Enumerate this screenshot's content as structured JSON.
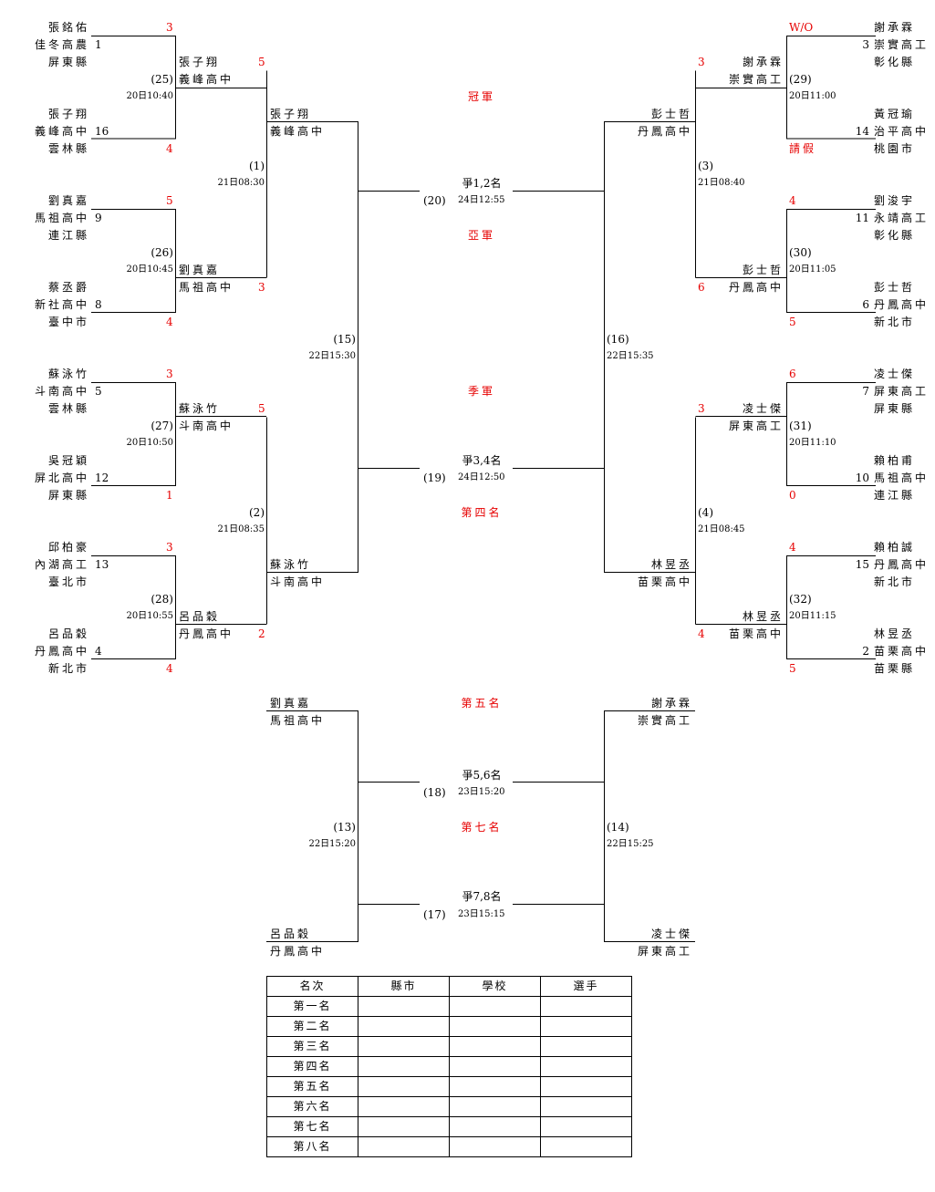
{
  "left_r1": [
    {
      "name": "張銘佑",
      "school": "佳冬高農",
      "county": "屏東縣",
      "seed": "1",
      "score": "3"
    },
    {
      "name": "張子翔",
      "school": "義峰高中",
      "county": "雲林縣",
      "seed": "16",
      "score": "4"
    },
    {
      "name": "劉真嘉",
      "school": "馬祖高中",
      "county": "連江縣",
      "seed": "9",
      "score": "5"
    },
    {
      "name": "蔡丞爵",
      "school": "新社高中",
      "county": "臺中市",
      "seed": "8",
      "score": "4"
    },
    {
      "name": "蘇泳竹",
      "school": "斗南高中",
      "county": "雲林縣",
      "seed": "5",
      "score": "3"
    },
    {
      "name": "吳冠穎",
      "school": "屏北高中",
      "county": "屏東縣",
      "seed": "12",
      "score": "1"
    },
    {
      "name": "邱柏豪",
      "school": "內湖高工",
      "county": "臺北市",
      "seed": "13",
      "score": "3"
    },
    {
      "name": "呂品穀",
      "school": "丹鳳高中",
      "county": "新北市",
      "seed": "4",
      "score": "4"
    }
  ],
  "right_r1": [
    {
      "name": "謝承霖",
      "school": "崇實高工",
      "county": "彰化縣",
      "seed": "3",
      "score": "W/O"
    },
    {
      "name": "黃冠瑜",
      "school": "治平高中",
      "county": "桃園市",
      "seed": "14",
      "score": "請假"
    },
    {
      "name": "劉浚宇",
      "school": "永靖高工",
      "county": "彰化縣",
      "seed": "11",
      "score": "4"
    },
    {
      "name": "彭士哲",
      "school": "丹鳳高中",
      "county": "新北市",
      "seed": "6",
      "score": "5"
    },
    {
      "name": "凌士傑",
      "school": "屏東高工",
      "county": "屏東縣",
      "seed": "7",
      "score": "6"
    },
    {
      "name": "賴柏甫",
      "school": "馬祖高中",
      "county": "連江縣",
      "seed": "10",
      "score": "0"
    },
    {
      "name": "賴柏誠",
      "school": "丹鳳高中",
      "county": "新北市",
      "seed": "15",
      "score": "4"
    },
    {
      "name": "林昱丞",
      "school": "苗栗高中",
      "county": "苗栗縣",
      "seed": "2",
      "score": "5"
    }
  ],
  "left_r2": [
    {
      "name": "張子翔",
      "school": "義峰高中",
      "score": "5"
    },
    {
      "name": "劉真嘉",
      "school": "馬祖高中",
      "score": "3"
    },
    {
      "name": "蘇泳竹",
      "school": "斗南高中",
      "score": "5"
    },
    {
      "name": "呂品穀",
      "school": "丹鳳高中",
      "score": "2"
    }
  ],
  "right_r2": [
    {
      "name": "謝承霖",
      "school": "崇實高工",
      "score": "3"
    },
    {
      "name": "彭士哲",
      "school": "丹鳳高中",
      "score": "6"
    },
    {
      "name": "凌士傑",
      "school": "屏東高工",
      "score": "3"
    },
    {
      "name": "林昱丞",
      "school": "苗栗高中",
      "score": "4"
    }
  ],
  "left_r3": [
    {
      "name": "張子翔",
      "school": "義峰高中"
    },
    {
      "name": "蘇泳竹",
      "school": "斗南高中"
    }
  ],
  "right_r3": [
    {
      "name": "彭士哲",
      "school": "丹鳳高中"
    },
    {
      "name": "林昱丞",
      "school": "苗栗高中"
    }
  ],
  "matches_left_r1": [
    {
      "num": "(25)",
      "time": "20日10:40"
    },
    {
      "num": "(26)",
      "time": "20日10:45"
    },
    {
      "num": "(27)",
      "time": "20日10:50"
    },
    {
      "num": "(28)",
      "time": "20日10:55"
    }
  ],
  "matches_right_r1": [
    {
      "num": "(29)",
      "time": "20日11:00"
    },
    {
      "num": "(30)",
      "time": "20日11:05"
    },
    {
      "num": "(31)",
      "time": "20日11:10"
    },
    {
      "num": "(32)",
      "time": "20日11:15"
    }
  ],
  "matches_left_r2": [
    {
      "num": "(1)",
      "time": "21日08:30"
    },
    {
      "num": "(2)",
      "time": "21日08:35"
    }
  ],
  "matches_right_r2": [
    {
      "num": "(3)",
      "time": "21日08:40"
    },
    {
      "num": "(4)",
      "time": "21日08:45"
    }
  ],
  "match_15": {
    "num": "(15)",
    "time": "22日15:30"
  },
  "match_16": {
    "num": "(16)",
    "time": "22日15:35"
  },
  "final_12": {
    "label": "爭1,2名",
    "num": "(20)",
    "time": "24日12:55"
  },
  "final_34": {
    "label": "爭3,4名",
    "num": "(19)",
    "time": "24日12:50"
  },
  "placings": {
    "champion": "冠軍",
    "runner_up": "亞軍",
    "third": "季軍",
    "fourth": "第四名",
    "fifth": "第五名",
    "seventh": "第七名"
  },
  "lower": {
    "left_top": {
      "name": "劉真嘉",
      "school": "馬祖高中"
    },
    "left_bottom": {
      "name": "呂品穀",
      "school": "丹鳳高中"
    },
    "right_top": {
      "name": "謝承霖",
      "school": "崇實高工"
    },
    "right_bottom": {
      "name": "凌士傑",
      "school": "屏東高工"
    },
    "match_13": {
      "num": "(13)",
      "time": "22日15:20"
    },
    "match_14": {
      "num": "(14)",
      "time": "22日15:25"
    },
    "final_56": {
      "label": "爭5,6名",
      "num": "(18)",
      "time": "23日15:20"
    },
    "final_78": {
      "label": "爭7,8名",
      "num": "(17)",
      "time": "23日15:15"
    }
  },
  "results_table": {
    "headers": [
      "名次",
      "縣市",
      "學校",
      "選手"
    ],
    "rows": [
      "第一名",
      "第二名",
      "第三名",
      "第四名",
      "第五名",
      "第六名",
      "第七名",
      "第八名"
    ]
  },
  "colors": {
    "score": "#e60000",
    "line": "#000000"
  }
}
